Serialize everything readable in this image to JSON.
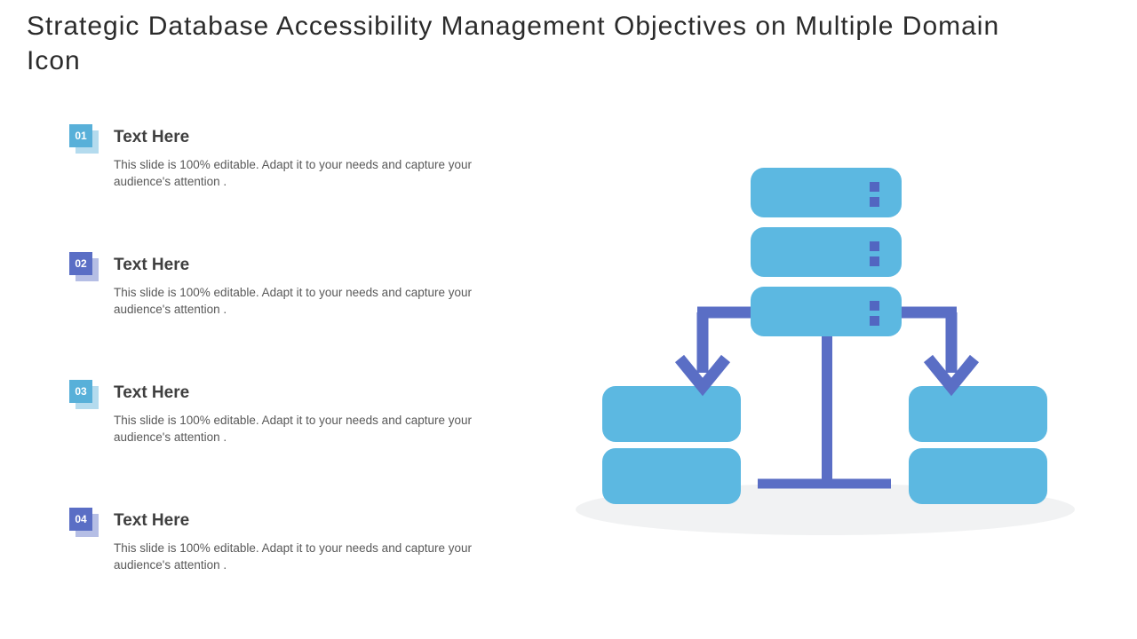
{
  "title": "Strategic Database Accessibility Management Objectives on Multiple Domain Icon",
  "items": [
    {
      "number": "01",
      "heading": "Text Here",
      "description": "This slide is 100% editable. Adapt it to your needs and capture your audience's attention .",
      "accent": "#58b0d9"
    },
    {
      "number": "02",
      "heading": "Text Here",
      "description": "This slide is 100% editable. Adapt it to your needs and capture your audience's attention .",
      "accent": "#5a6ec5"
    },
    {
      "number": "03",
      "heading": "Text Here",
      "description": "This slide is 100% editable. Adapt it to your needs and capture your audience's attention .",
      "accent": "#58b0d9"
    },
    {
      "number": "04",
      "heading": "Text Here",
      "description": "This slide is 100% editable. Adapt it to your needs and capture your audience's attention .",
      "accent": "#5a6ec5"
    }
  ],
  "colors": {
    "server_blue": "#5cb8e1",
    "connector_indigo": "#5a6ec5",
    "led_dot_indigo": "#5266c1",
    "badge_blue": "#58b0d9",
    "badge_indigo": "#5a6ec5",
    "floor_ellipse_gray": "#f1f2f3",
    "title_text": "#2b2b2b",
    "heading_text": "#3f3f3f",
    "body_text": "#595959"
  },
  "diagram": {
    "server_units": 3,
    "left_domain_units": 2,
    "right_domain_units": 2
  }
}
